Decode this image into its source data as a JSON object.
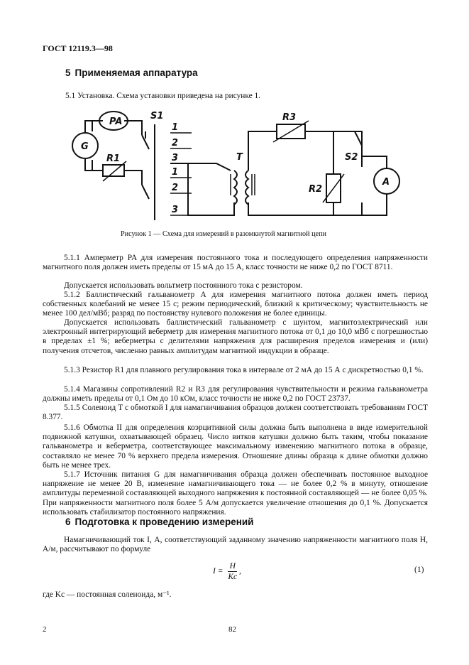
{
  "header": {
    "doc_id": "ГОСТ 12119.3—98"
  },
  "section5": {
    "num": "5",
    "title": "Применяемая аппаратура"
  },
  "p51": "5.1 Установка. Схема установки приведена на рисунке 1.",
  "diagram": {
    "labels": {
      "PA": "PA",
      "S1": "S1",
      "G": "G",
      "R1": "R1",
      "T": "T",
      "R3": "R3",
      "S2": "S2",
      "R2": "R2",
      "A": "A",
      "t1a": "1",
      "t2a": "2",
      "t3a": "3",
      "t1b": "1",
      "t2b": "2",
      "t3b": "3"
    }
  },
  "caption": "Рисунок 1 — Схема для измерений в разомкнутой магнитной цепи",
  "paragraphs": [
    "5.1.1 Амперметр PA для измерения постоянного тока и последующего определения напряженности магнитного поля должен иметь пределы от 15 мА до 15 А, класс точности не ниже 0,2 по ГОСТ 8711.",
    "Допускается использовать вольтметр постоянного тока с резистором.",
    "5.1.2 Баллистический гальванометр A для измерения магнитного потока должен иметь период собственных колебаний не менее 15 с; режим периодический, близкий к критическому; чувствительность не менее 100 дел/мВб; разряд по постоянству нулевого положения не более единицы.",
    "Допускается использовать баллистический гальванометр с шунтом, магнитоэлектрический или электронный интегрирующий веберметр для измерения магнитного потока от 0,1 до 10,0 мВб с погрешностью в пределах ±1 %; веберметры с делителями напряжения для расширения пределов измерения и (или) получения отсчетов, численно равных амплитудам магнитной индукции в образце.",
    "5.1.3 Резистор R1 для плавного регулирования тока в интервале от 2 мА до 15 А с дискретностью 0,1 %.",
    "5.1.4 Магазины сопротивлений R2 и R3 для регулирования чувствительности и режима гальванометра должны иметь пределы от 0,1 Ом до 10 кОм, класс точности не ниже 0,2 по ГОСТ 23737.",
    "5.1.5 Соленоид T с обмоткой I для намагничивания образцов должен соответствовать требованиям ГОСТ 8.377.",
    "5.1.6 Обмотка II для определения коэрцитивной силы должна быть выполнена в виде измерительной подвижной катушки, охватывающей образец. Число витков катушки должно быть таким, чтобы показание гальванометра и веберметра, соответствующее максимальному изменению магнитного потока в образце, составляло не менее 70 % верхнего предела измерения. Отношение длины образца к длине обмотки должно быть не менее трех.",
    "5.1.7 Источник питания G для намагничивания образца должен обеспечивать постоянное выходное напряжение не менее 20 В, изменение намагничивающего тока — не более 0,2 % в минуту, отношение амплитуды переменной составляющей выходного напряжения к постоянной составляющей — не более 0,05 %. При напряженности магнитного поля более 5 А/м допускается увеличение отношения до 0,1 %. Допускается использовать стабилизатор постоянного напряжения."
  ],
  "section6": {
    "num": "6",
    "title": "Подготовка к проведению измерений"
  },
  "p6": "Намагничивающий ток I, А, соответствующий заданному значению напряженности магнитного поля H, А/м, рассчитывают по формуле",
  "formula": {
    "lhs": "I =",
    "num": "H",
    "den": "Kс",
    "tail": ",",
    "eqno": "(1)"
  },
  "where": "где Kс — постоянная соленоида, м⁻¹.",
  "footer": {
    "page_left": "2",
    "page_center": "82"
  }
}
